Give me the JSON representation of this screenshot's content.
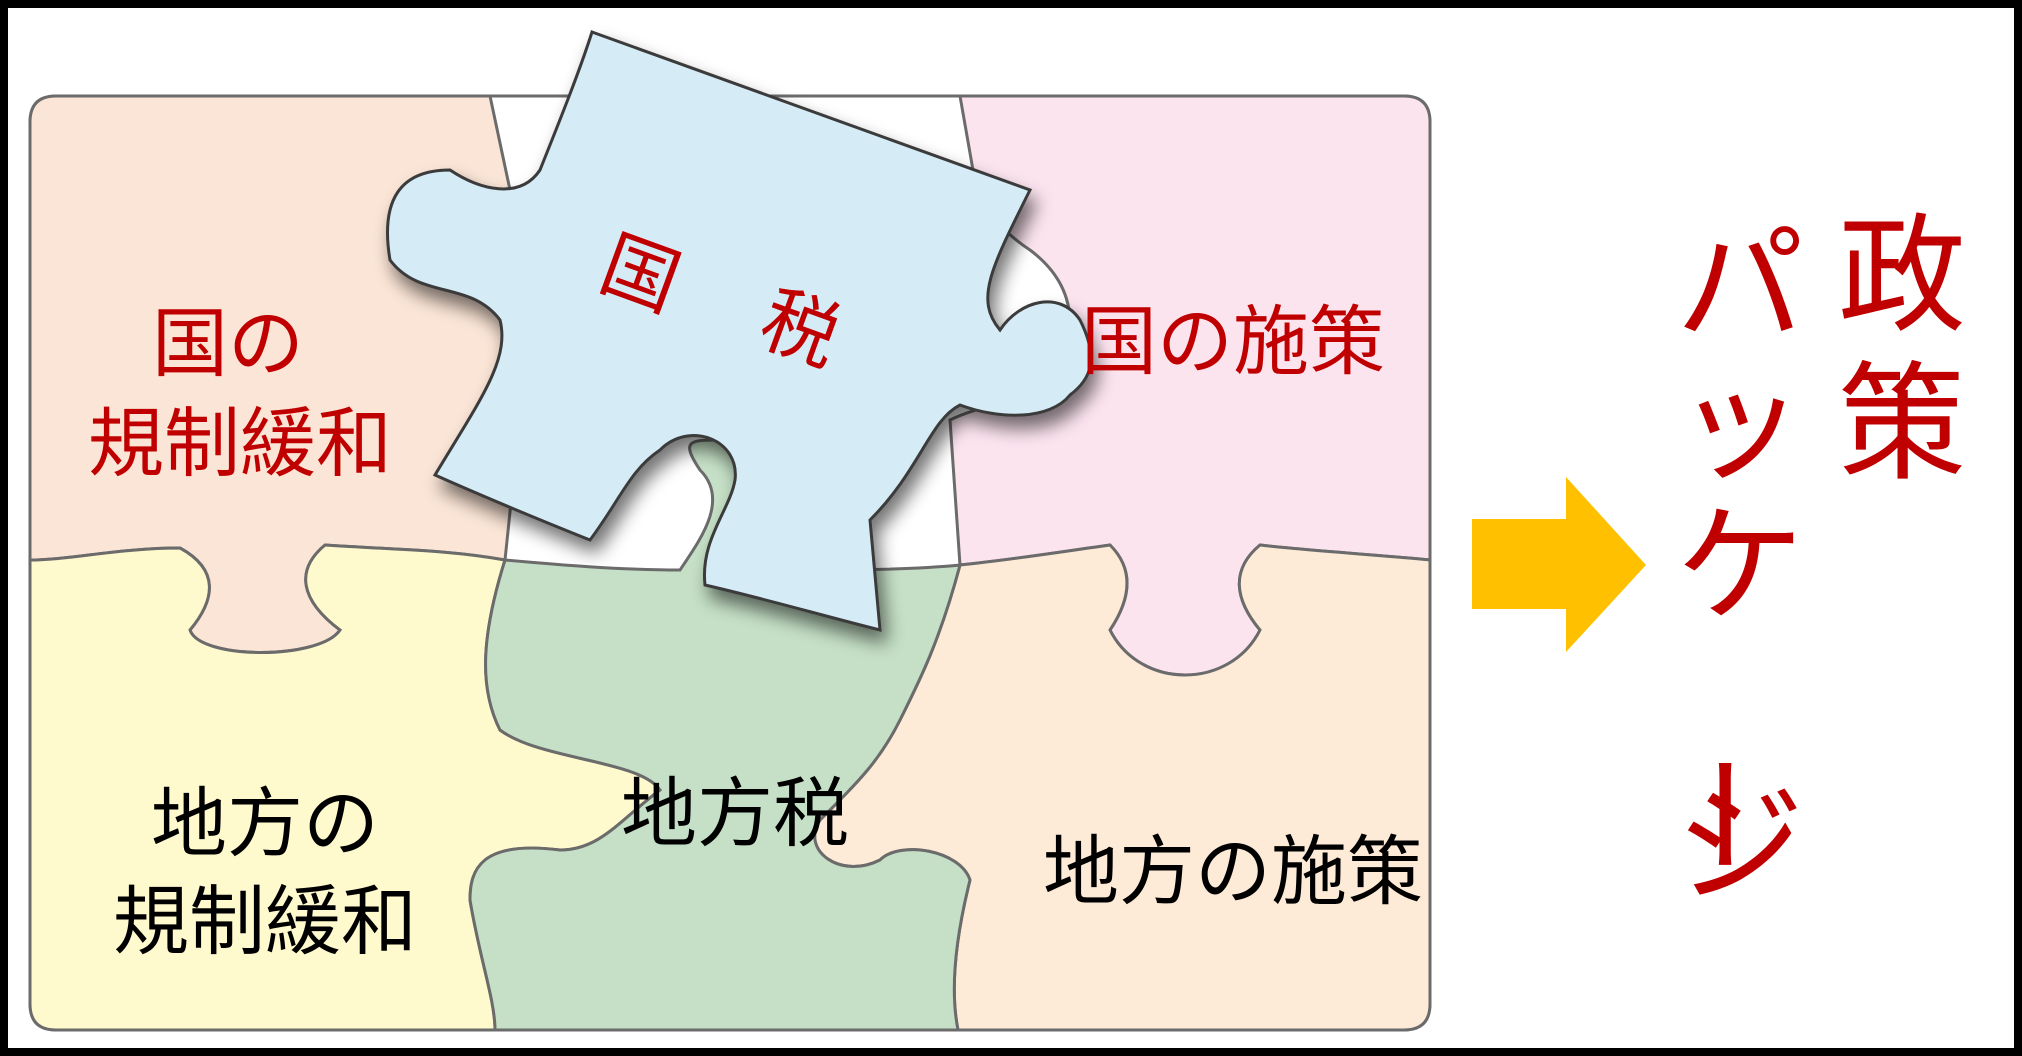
{
  "puzzle": {
    "national_regulation": {
      "line1": "国の",
      "line2": "規制緩和"
    },
    "national_tax": {
      "char1": "国",
      "char2": "税"
    },
    "national_policy": "国の施策",
    "local_regulation": {
      "line1": "地方の",
      "line2": "規制緩和"
    },
    "local_tax": "地方税",
    "local_policy": "地方の施策"
  },
  "result": {
    "col_policy": [
      "政",
      "策"
    ],
    "col_package": [
      "パ",
      "ッ",
      "ケ",
      "ー",
      "ジ"
    ]
  },
  "colors": {
    "red_text": "#c00000",
    "black_text": "#000000",
    "arrow": "#ffc000",
    "peach": "#fbe5d6",
    "pink": "#fce4ef",
    "yellow": "#fffacd",
    "green": "#c5e0c6",
    "blue": "#d5ebf6"
  }
}
